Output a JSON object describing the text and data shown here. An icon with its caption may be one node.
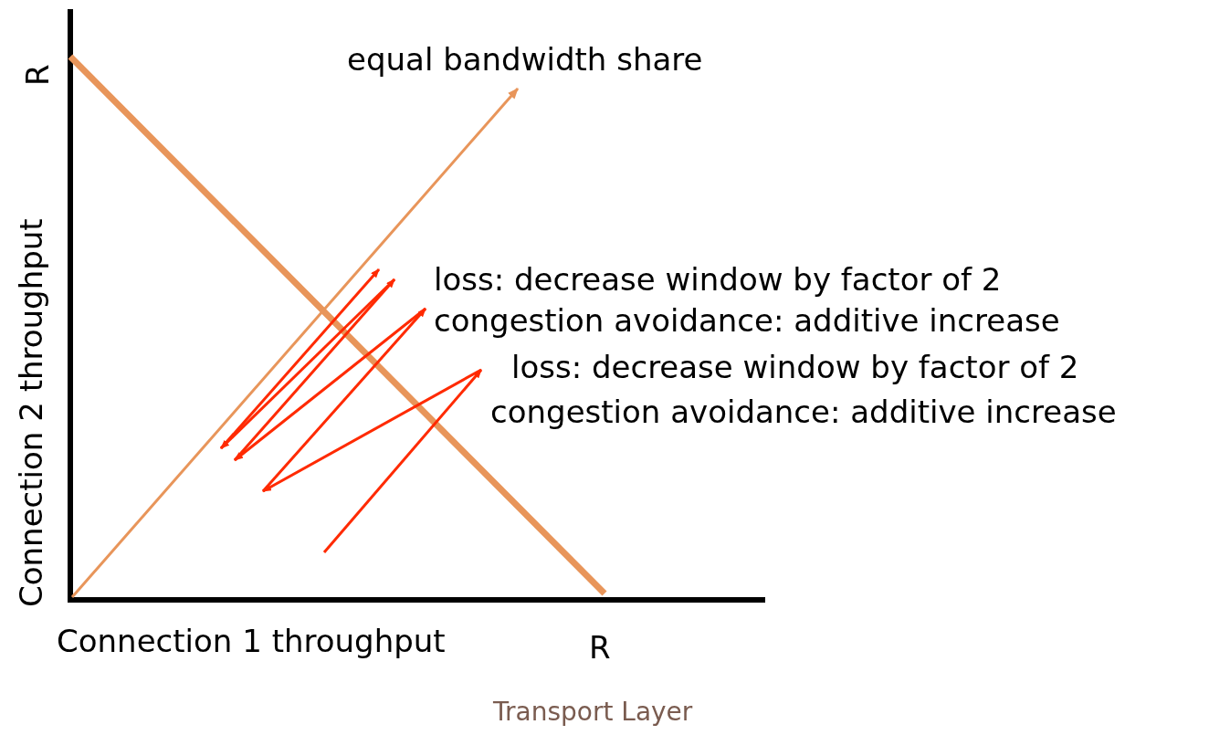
{
  "diagram": {
    "caption": "Transport Layer",
    "labels": [
      "R",
      "Connection 2 throughput",
      "equal bandwidth share",
      "loss: decrease window by factor of 2",
      "congestion avoidance: additive increase",
      "loss: decrease window by factor of 2",
      "congestion avoidance: additive increase",
      "Connection 1 throughput",
      "R"
    ]
  }
}
